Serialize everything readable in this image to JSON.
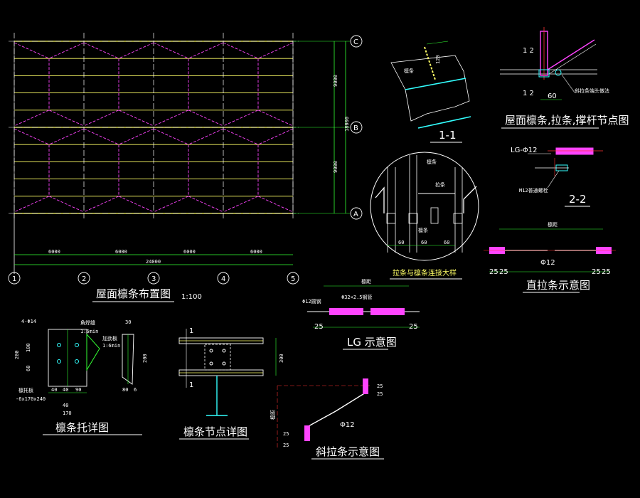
{
  "colors": {
    "background": "#000000",
    "yellow": "#ffff66",
    "magenta": "#ff44ff",
    "green": "#33ff33",
    "white": "#ffffff",
    "red": "#ff3333",
    "cyan": "#33ffff",
    "grey": "#bbbbbb"
  },
  "plan": {
    "title": "屋面檩条布置图",
    "scale": "1:100",
    "column_axes": [
      "1",
      "2",
      "3",
      "4",
      "5"
    ],
    "row_axes": [
      "C",
      "B",
      "A"
    ],
    "dims": {
      "bay1": "6000",
      "bay2": "6000",
      "bay3": "6000",
      "bay4": "6000",
      "total": "24000",
      "span_cb": "9000",
      "span_ba": "9000",
      "span_total": "18000"
    }
  },
  "section_1_1": {
    "title": "1-1",
    "dim": "120",
    "label": "檩条"
  },
  "node_detail": {
    "title": "屋面檩条,拉条,撑杆节点图",
    "dim": "60",
    "mark_a": "1 2",
    "mark_b": "1 2",
    "note": "斜拉条端头做法"
  },
  "section_2_2": {
    "title": "2-2",
    "label_top": "LG-Φ12",
    "label_bottom": "M12普通螺栓"
  },
  "circle_detail": {
    "title": "拉条与檩条连接大样",
    "label_a": "檩条",
    "label_b": "拉条",
    "label_c": "檩条",
    "dims": [
      "60",
      "60",
      "60"
    ]
  },
  "straight_bar": {
    "title": "直拉条示意图",
    "length_label": "檩距",
    "diameter": "Φ12",
    "end_dims": [
      "25",
      "25",
      "25",
      "25"
    ]
  },
  "lg_bar": {
    "title": "LG 示意图",
    "length_label": "檩距",
    "pipe_label": "Φ32×2.5钢管",
    "bar_label": "Φ12圆钢",
    "end_dims": [
      "25",
      "25"
    ]
  },
  "bracket": {
    "title": "檩条托详图",
    "labels": [
      "4-Φ14",
      "角焊缝",
      "1:6min",
      "加劲板",
      "1:6min",
      "檩托板",
      "-6x170x240"
    ],
    "dims": [
      "30",
      "200",
      "60",
      "100",
      "40",
      "40",
      "90",
      "40",
      "170",
      "200",
      "80",
      "6"
    ]
  },
  "purlin_node": {
    "title": "檩条节点详图",
    "dim": "300",
    "marks": [
      "1",
      "1"
    ]
  },
  "diagonal_bar": {
    "title": "斜拉条示意图",
    "diameter": "Φ12",
    "side_label": "檩距",
    "dims": [
      "25",
      "25",
      "25",
      "25"
    ]
  }
}
